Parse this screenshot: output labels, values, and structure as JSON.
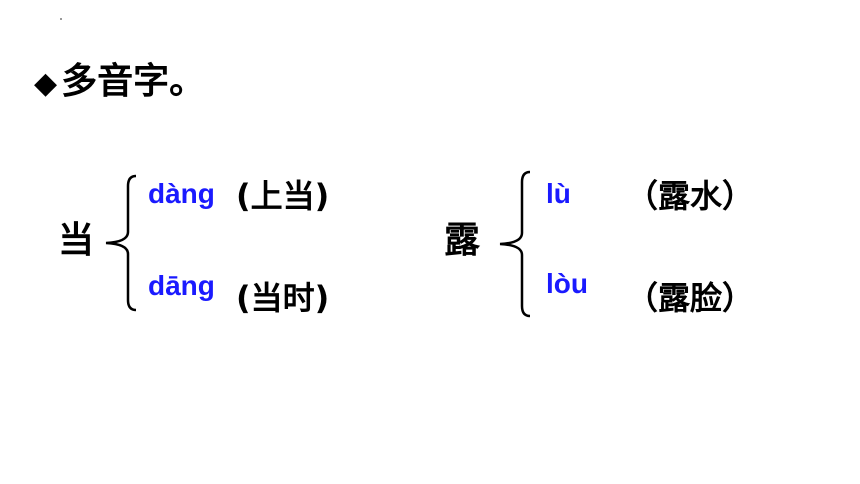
{
  "heading": {
    "bullet": "◆",
    "text": "多音字。"
  },
  "colors": {
    "pinyin": "#1a1aff",
    "text": "#000000"
  },
  "groups": [
    {
      "character": "当",
      "readings": [
        {
          "pinyin": "dàng",
          "word": "(上当)"
        },
        {
          "pinyin": "dāng",
          "word": "(当时)"
        }
      ]
    },
    {
      "character": "露",
      "readings": [
        {
          "pinyin": "lù",
          "word": "（露水）"
        },
        {
          "pinyin": "lòu",
          "word": "（露脸）"
        }
      ]
    }
  ]
}
